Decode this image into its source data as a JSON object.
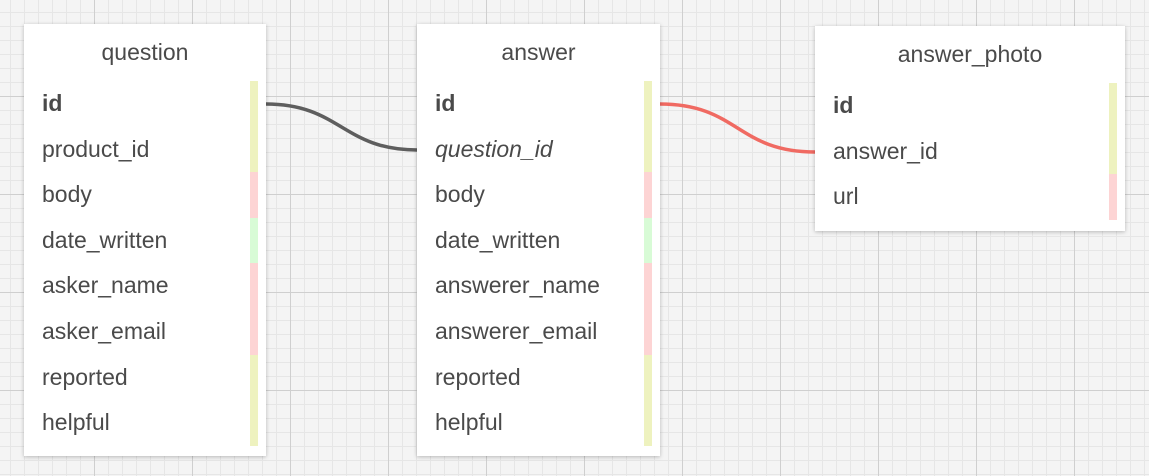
{
  "colors": {
    "relation_default": "#5e5e5e",
    "relation_highlight": "#f06a62",
    "type_bar_yellow": "#eef2bf",
    "type_bar_red": "#fdd4d4",
    "type_bar_green": "#d8fbd6"
  },
  "entities": [
    {
      "name": "question",
      "fields": [
        {
          "name": "id",
          "style": "pk",
          "type_color": "yellow"
        },
        {
          "name": "product_id",
          "style": "normal",
          "type_color": "yellow"
        },
        {
          "name": "body",
          "style": "normal",
          "type_color": "red"
        },
        {
          "name": "date_written",
          "style": "normal",
          "type_color": "green"
        },
        {
          "name": "asker_name",
          "style": "normal",
          "type_color": "red"
        },
        {
          "name": "asker_email",
          "style": "normal",
          "type_color": "red"
        },
        {
          "name": "reported",
          "style": "normal",
          "type_color": "yellow"
        },
        {
          "name": "helpful",
          "style": "normal",
          "type_color": "yellow"
        }
      ]
    },
    {
      "name": "answer",
      "fields": [
        {
          "name": "id",
          "style": "pk",
          "type_color": "yellow"
        },
        {
          "name": "question_id",
          "style": "fk",
          "type_color": "yellow"
        },
        {
          "name": "body",
          "style": "normal",
          "type_color": "red"
        },
        {
          "name": "date_written",
          "style": "normal",
          "type_color": "green"
        },
        {
          "name": "answerer_name",
          "style": "normal",
          "type_color": "red"
        },
        {
          "name": "answerer_email",
          "style": "normal",
          "type_color": "red"
        },
        {
          "name": "reported",
          "style": "normal",
          "type_color": "yellow"
        },
        {
          "name": "helpful",
          "style": "normal",
          "type_color": "yellow"
        }
      ]
    },
    {
      "name": "answer_photo",
      "fields": [
        {
          "name": "id",
          "style": "pk",
          "type_color": "yellow"
        },
        {
          "name": "answer_id",
          "style": "normal",
          "type_color": "yellow"
        },
        {
          "name": "url",
          "style": "normal",
          "type_color": "red"
        }
      ]
    }
  ],
  "relations": [
    {
      "from": "question.id",
      "to": "answer.question_id",
      "color": "default"
    },
    {
      "from": "answer.id",
      "to": "answer_photo.answer_id",
      "color": "highlight"
    }
  ]
}
